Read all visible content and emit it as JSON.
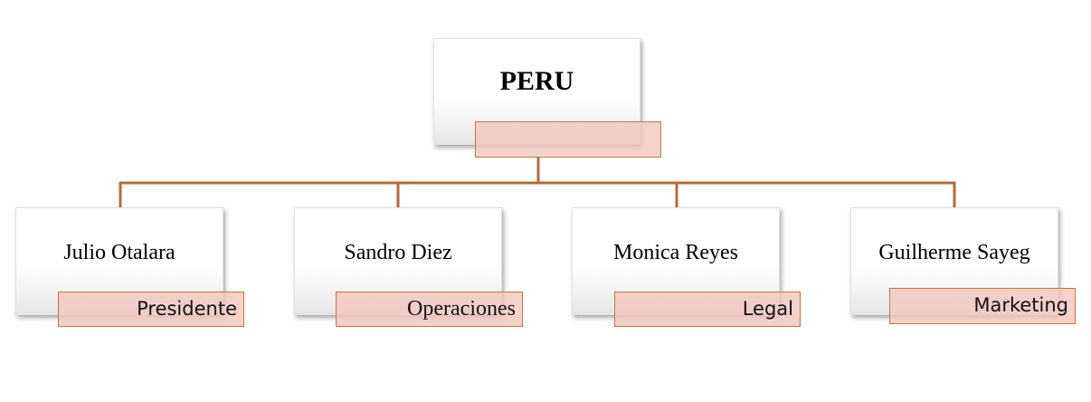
{
  "org_chart": {
    "root": {
      "name": "PERU",
      "role": ""
    },
    "members": [
      {
        "name": "Julio Otalara",
        "role": "Presidente"
      },
      {
        "name": "Sandro Diez",
        "role": "Operaciones"
      },
      {
        "name": "Monica Reyes",
        "role": "Legal"
      },
      {
        "name": "Guilherme Sayeg",
        "role": "Marketing"
      }
    ]
  },
  "colors": {
    "connector": "#b86a35",
    "role_fill": "#f2c8be",
    "role_border": "#c8743f"
  }
}
